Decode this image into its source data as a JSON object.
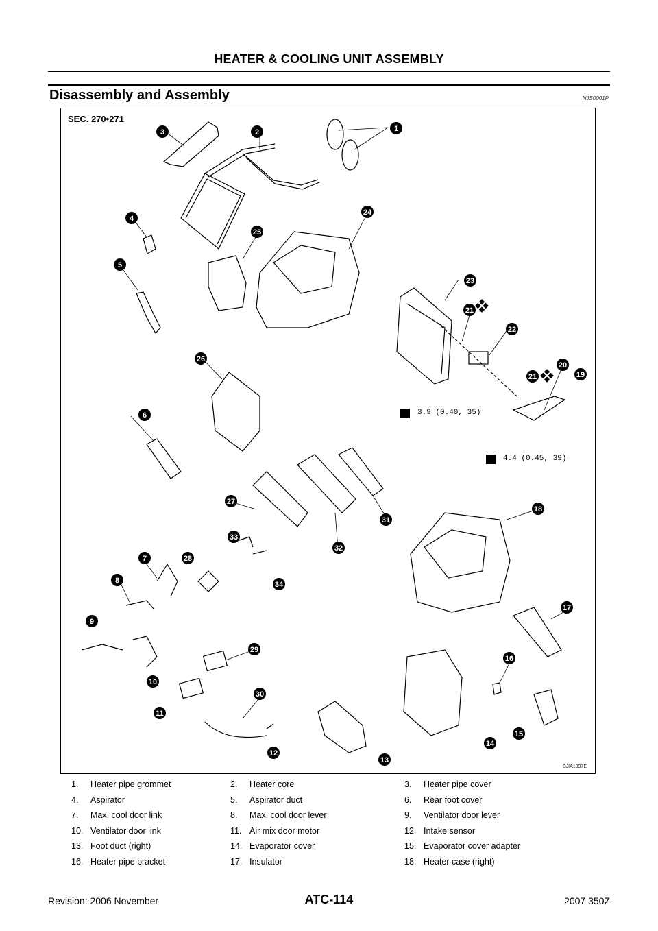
{
  "header": {
    "title": "HEATER & COOLING UNIT ASSEMBLY"
  },
  "section": {
    "title": "Disassembly and Assembly",
    "code": "NJS0001P"
  },
  "figure": {
    "sec_label": "SEC. 270•271",
    "torque_1": "3.9 (0.40, 35)",
    "torque_2": "4.4 (0.45, 39)",
    "code": "SJIA1897E",
    "callouts": [
      "1",
      "2",
      "3",
      "4",
      "5",
      "6",
      "7",
      "8",
      "9",
      "10",
      "11",
      "12",
      "13",
      "14",
      "15",
      "16",
      "17",
      "18",
      "19",
      "20",
      "21",
      "21",
      "22",
      "23",
      "24",
      "25",
      "26",
      "27",
      "28",
      "29",
      "30",
      "31",
      "32",
      "33",
      "34"
    ]
  },
  "legend": {
    "rows": [
      [
        {
          "num": "1.",
          "label": "Heater pipe grommet"
        },
        {
          "num": "2.",
          "label": "Heater core"
        },
        {
          "num": "3.",
          "label": "Heater pipe cover"
        }
      ],
      [
        {
          "num": "4.",
          "label": "Aspirator"
        },
        {
          "num": "5.",
          "label": "Aspirator duct"
        },
        {
          "num": "6.",
          "label": "Rear foot cover"
        }
      ],
      [
        {
          "num": "7.",
          "label": "Max. cool door link"
        },
        {
          "num": "8.",
          "label": "Max. cool door lever"
        },
        {
          "num": "9.",
          "label": "Ventilator door lever"
        }
      ],
      [
        {
          "num": "10.",
          "label": "Ventilator door link"
        },
        {
          "num": "11.",
          "label": "Air mix door motor"
        },
        {
          "num": "12.",
          "label": "Intake sensor"
        }
      ],
      [
        {
          "num": "13.",
          "label": "Foot duct (right)"
        },
        {
          "num": "14.",
          "label": "Evaporator cover"
        },
        {
          "num": "15.",
          "label": "Evaporator cover adapter"
        }
      ],
      [
        {
          "num": "16.",
          "label": "Heater pipe bracket"
        },
        {
          "num": "17.",
          "label": "Insulator"
        },
        {
          "num": "18.",
          "label": "Heater case (right)"
        }
      ]
    ]
  },
  "footer": {
    "revision": "Revision: 2006 November",
    "page": "ATC-114",
    "model": "2007 350Z"
  }
}
